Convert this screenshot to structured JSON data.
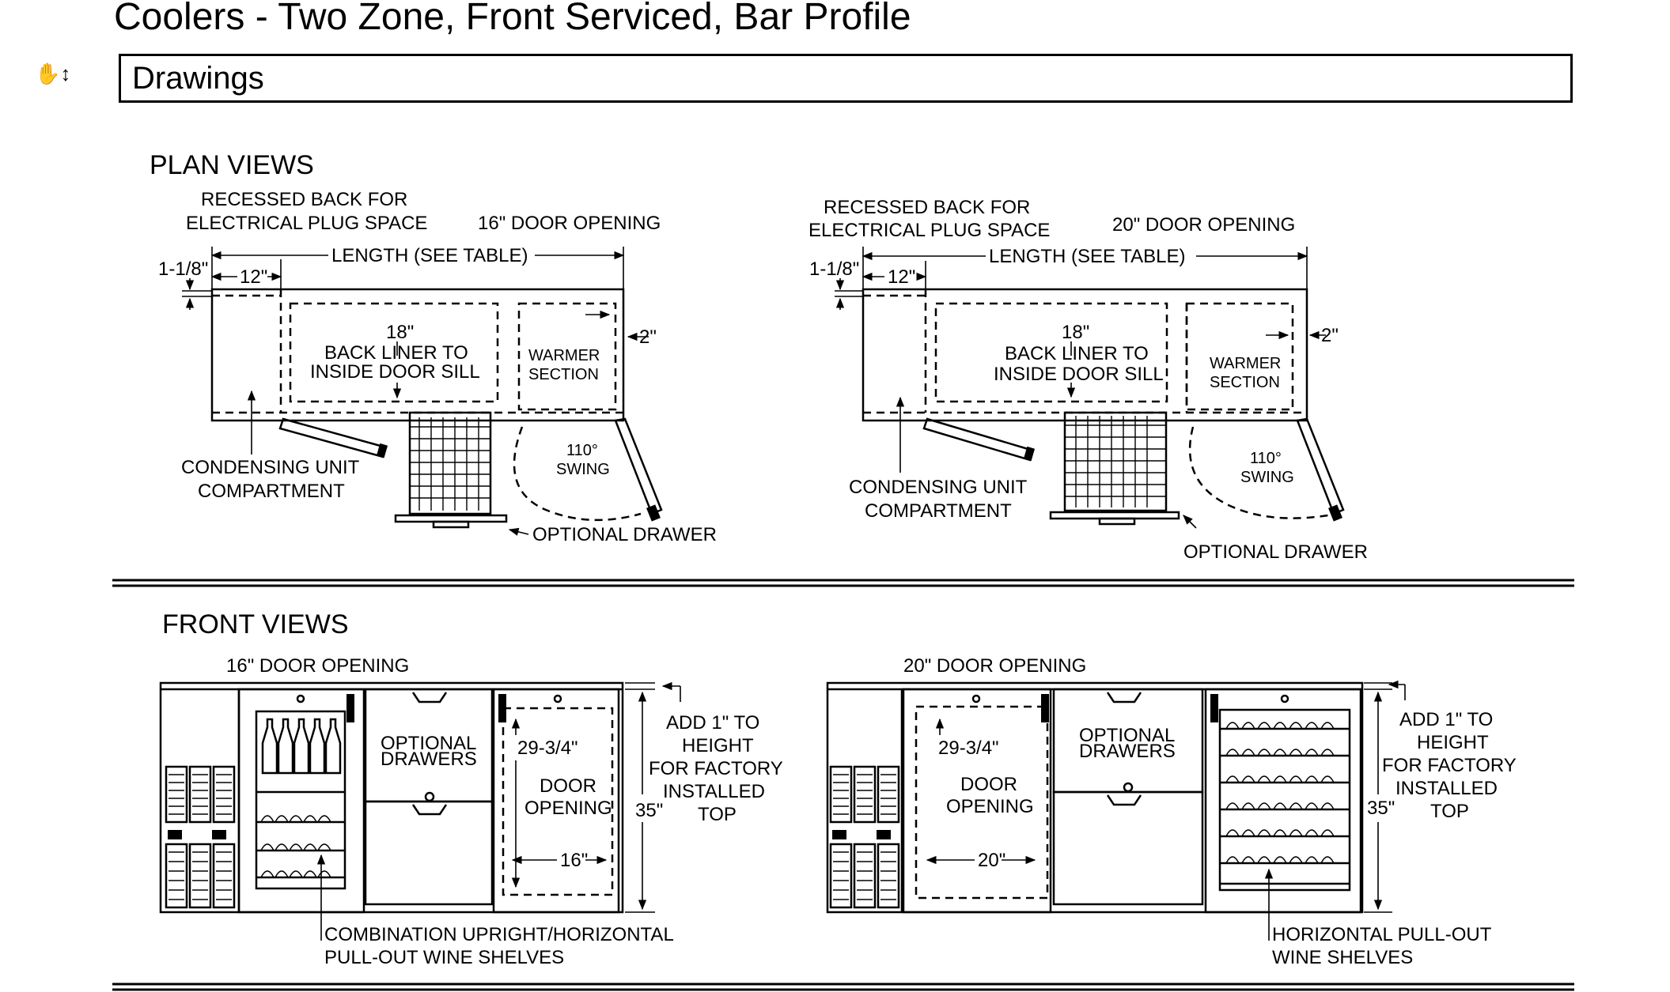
{
  "header": {
    "title": "Coolers - Two Zone, Front Serviced, Bar Profile",
    "section": "Drawings",
    "cursor_icon": "hand-scroll-icon"
  },
  "plan_views": {
    "heading": "PLAN VIEWS",
    "left": {
      "recessed_1": "RECESSED BACK FOR",
      "recessed_2": "ELECTRICAL PLUG SPACE",
      "door_opening": "16\" DOOR OPENING",
      "length": "LENGTH (SEE TABLE)",
      "dim_1_1_8": "1-1/8\"",
      "dim_12": "12\"",
      "dim_18": "18\"",
      "liner_1": "BACK LINER TO",
      "liner_2": "INSIDE DOOR SILL",
      "warmer_1": "WARMER",
      "warmer_2": "SECTION",
      "dim_2": "2\"",
      "swing_1": "110°",
      "swing_2": "SWING",
      "condensing_1": "CONDENSING UNIT",
      "condensing_2": "COMPARTMENT",
      "drawer": "OPTIONAL DRAWER"
    },
    "right": {
      "recessed_1": "RECESSED BACK FOR",
      "recessed_2": "ELECTRICAL PLUG SPACE",
      "door_opening": "20\" DOOR OPENING",
      "length": "LENGTH (SEE TABLE)",
      "dim_1_1_8": "1-1/8\"",
      "dim_12": "12\"",
      "dim_18": "18\"",
      "liner_1": "BACK LINER TO",
      "liner_2": "INSIDE DOOR SILL",
      "warmer_1": "WARMER",
      "warmer_2": "SECTION",
      "dim_2": "2\"",
      "swing_1": "110°",
      "swing_2": "SWING",
      "condensing_1": "CONDENSING UNIT",
      "condensing_2": "COMPARTMENT",
      "drawer": "OPTIONAL DRAWER"
    }
  },
  "front_views": {
    "heading": "FRONT VIEWS",
    "left": {
      "door_opening": "16\" DOOR OPENING",
      "drawers_1": "OPTIONAL",
      "drawers_2": "DRAWERS",
      "dim_height": "29-3/4\"",
      "door_1": "DOOR",
      "door_2": "OPENING",
      "dim_width": "16\"",
      "dim_35": "35\"",
      "add_1": "ADD 1\" TO",
      "add_2": "HEIGHT",
      "add_3": "FOR FACTORY",
      "add_4": "INSTALLED",
      "add_5": "TOP",
      "shelves_1": "COMBINATION UPRIGHT/HORIZONTAL",
      "shelves_2": "PULL-OUT WINE SHELVES"
    },
    "right": {
      "door_opening": "20\" DOOR OPENING",
      "drawers_1": "OPTIONAL",
      "drawers_2": "DRAWERS",
      "dim_height": "29-3/4\"",
      "door_1": "DOOR",
      "door_2": "OPENING",
      "dim_width": "20\"",
      "dim_35": "35\"",
      "add_1": "ADD 1\" TO",
      "add_2": "HEIGHT",
      "add_3": "FOR FACTORY",
      "add_4": "INSTALLED",
      "add_5": "TOP",
      "shelves_1": "HORIZONTAL PULL-OUT",
      "shelves_2": "WINE SHELVES"
    }
  }
}
